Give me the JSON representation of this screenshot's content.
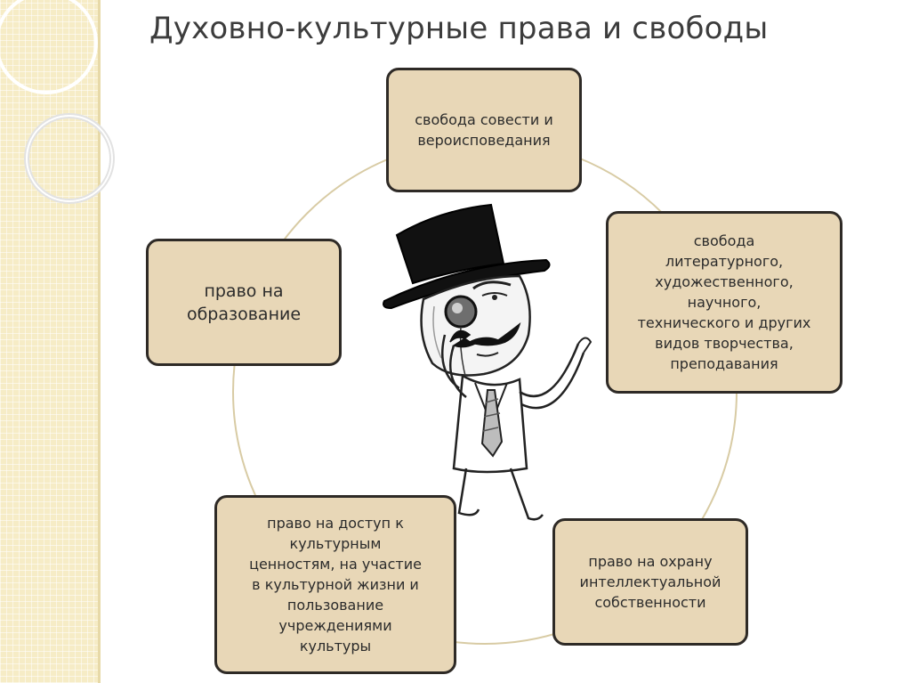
{
  "title": "Духовно-культурные права и свободы",
  "colors": {
    "box_fill": "#e8d7b7",
    "box_border": "#2e2a26",
    "ring_stroke": "#d8cba4",
    "side_band": "#f6ecc6"
  },
  "illustration": {
    "icon": "monocle-gentleman-icon"
  },
  "rights": [
    {
      "id": "conscience",
      "label": "свобода совести и\nвероисповедания"
    },
    {
      "id": "creativity",
      "label": "свобода\nлитературного,\nхудожественного,\nнаучного,\nтехнического и других\nвидов творчества,\nпреподавания"
    },
    {
      "id": "education",
      "label": "право на\nобразование"
    },
    {
      "id": "culture",
      "label": "право на доступ к\nкультурным\nценностям, на участие\nв культурной жизни и\nпользование\nучреждениями\nкультуры"
    },
    {
      "id": "ip",
      "label": "право на охрану\nинтеллектуальной\nсобственности"
    }
  ]
}
